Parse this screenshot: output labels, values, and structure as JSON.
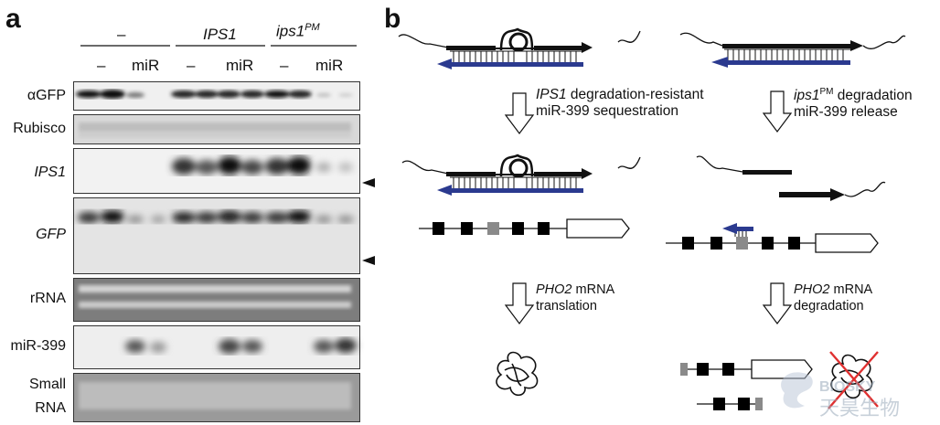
{
  "panel_a": {
    "letter": "a",
    "groups": [
      {
        "label": "–",
        "italic": false
      },
      {
        "label": "IPS1",
        "italic": true
      },
      {
        "label": "ips1",
        "sup": "PM",
        "italic": true
      }
    ],
    "lane_labels": [
      "–",
      "miR",
      "–",
      "miR",
      "–",
      "miR"
    ],
    "rows": [
      {
        "label": "αGFP",
        "italic": false
      },
      {
        "label": "Rubisco",
        "italic": false
      },
      {
        "label": "IPS1",
        "italic": true
      },
      {
        "label": "GFP",
        "italic": true
      },
      {
        "label": "rRNA",
        "italic": false
      },
      {
        "label": "miR-399",
        "italic": false
      },
      {
        "label_line1": "Small",
        "label_line2": "RNA",
        "italic": false
      }
    ]
  },
  "panel_b": {
    "letter": "b",
    "left_caption": {
      "line1_italic": "IPS1",
      "line1_rest": " degradation-resistant",
      "line2": "miR-399 sequestration"
    },
    "right_caption": {
      "line1_italic": "ips1",
      "line1_sup": "PM",
      "line1_rest": " degradation",
      "line2": "miR-399 release"
    },
    "left_caption2": {
      "line1_italic": "PHO2",
      "line1_rest": " mRNA",
      "line2": "translation"
    },
    "right_caption2": {
      "line1_italic": "PHO2",
      "line1_rest": " mRNA",
      "line2": "degradation"
    }
  },
  "watermark": {
    "text1": "BIOSKY",
    "text2": "天昊生物"
  },
  "colors": {
    "mirna_blue": "#2b3a8f",
    "cross_red": "#e03030",
    "exon_black": "#000000",
    "exon_gray": "#8a8a8a"
  }
}
